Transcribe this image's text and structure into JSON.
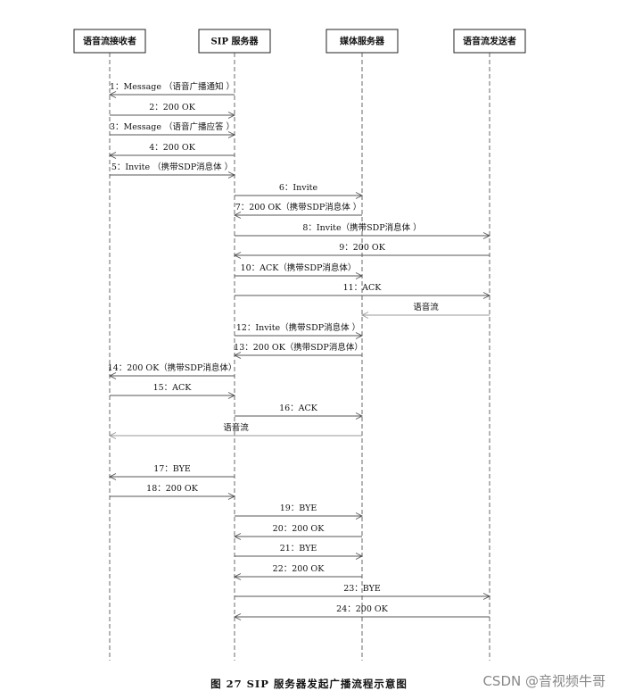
{
  "participants": [
    {
      "id": "receiver",
      "label": "语音流接收者"
    },
    {
      "id": "sip",
      "label": "SIP 服务器"
    },
    {
      "id": "media",
      "label": "媒体服务器"
    },
    {
      "id": "sender",
      "label": "语音流发送者"
    }
  ],
  "messages": [
    {
      "from": "sip",
      "to": "receiver",
      "label": "1：Message （语音广播通知 ）"
    },
    {
      "from": "receiver",
      "to": "sip",
      "label": "2：200  OK"
    },
    {
      "from": "receiver",
      "to": "sip",
      "label": "3：Message （语音广播应答 ）"
    },
    {
      "from": "sip",
      "to": "receiver",
      "label": "4：200  OK"
    },
    {
      "from": "receiver",
      "to": "sip",
      "label": "5：Invite  （携带SDP消息体 ）"
    },
    {
      "from": "sip",
      "to": "media",
      "label": "6：Invite"
    },
    {
      "from": "media",
      "to": "sip",
      "label": "7：200 OK（携带SDP消息体 ）"
    },
    {
      "from": "sip",
      "to": "sender",
      "label": "8：Invite（携带SDP消息体 ）"
    },
    {
      "from": "sender",
      "to": "sip",
      "label": "9：200  OK"
    },
    {
      "from": "sip",
      "to": "media",
      "label": "10：ACK（携带SDP消息体）"
    },
    {
      "from": "sip",
      "to": "sender",
      "label": "11：ACK"
    },
    {
      "from": "sender",
      "to": "media",
      "label": "语音流",
      "media": true
    },
    {
      "from": "sip",
      "to": "media",
      "label": "12：Invite（携带SDP消息体 ）"
    },
    {
      "from": "media",
      "to": "sip",
      "label": "13：200 OK（携带SDP消息体）"
    },
    {
      "from": "sip",
      "to": "receiver",
      "label": "14：200  OK（携带SDP消息体）"
    },
    {
      "from": "receiver",
      "to": "sip",
      "label": "15：ACK"
    },
    {
      "from": "sip",
      "to": "media",
      "label": "16：ACK"
    },
    {
      "from": "media",
      "to": "receiver",
      "label": "语音流",
      "media": true
    },
    {
      "from": "sip",
      "to": "receiver",
      "label": "17：BYE"
    },
    {
      "from": "receiver",
      "to": "sip",
      "label": "18：200 OK"
    },
    {
      "from": "sip",
      "to": "media",
      "label": "19：BYE"
    },
    {
      "from": "media",
      "to": "sip",
      "label": "20：200  OK"
    },
    {
      "from": "sip",
      "to": "media",
      "label": "21：BYE"
    },
    {
      "from": "media",
      "to": "sip",
      "label": "22：200  OK"
    },
    {
      "from": "sip",
      "to": "sender",
      "label": "23：BYE"
    },
    {
      "from": "sender",
      "to": "sip",
      "label": "24：200  OK"
    }
  ],
  "caption": "图 27    SIP 服务器发起广播流程示意图",
  "watermark": "CSDN @音视频牛哥"
}
